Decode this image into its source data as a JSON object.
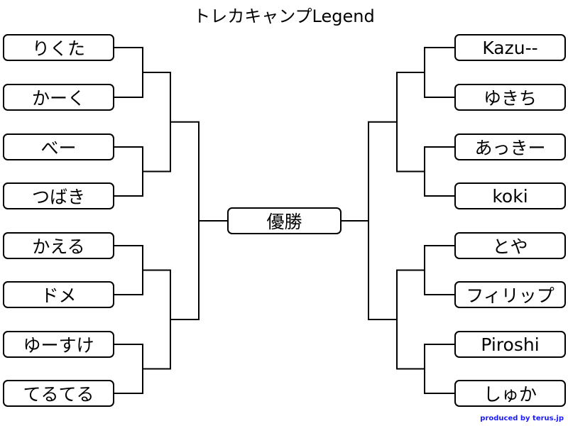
{
  "title": "トレカキャンプLegend",
  "champion_label": "優勝",
  "left_players": [
    "りくた",
    "かーく",
    "べー",
    "つばき",
    "かえる",
    "ドメ",
    "ゆーすけ",
    "てるてる"
  ],
  "right_players": [
    "Kazu--",
    "ゆきち",
    "あっきー",
    "koki",
    "とや",
    "フィリップ",
    "Piroshi",
    "しゅか"
  ],
  "footer": "produced by terus.jp",
  "colors": {
    "line": "#000000",
    "footer": "#1a1aff"
  }
}
